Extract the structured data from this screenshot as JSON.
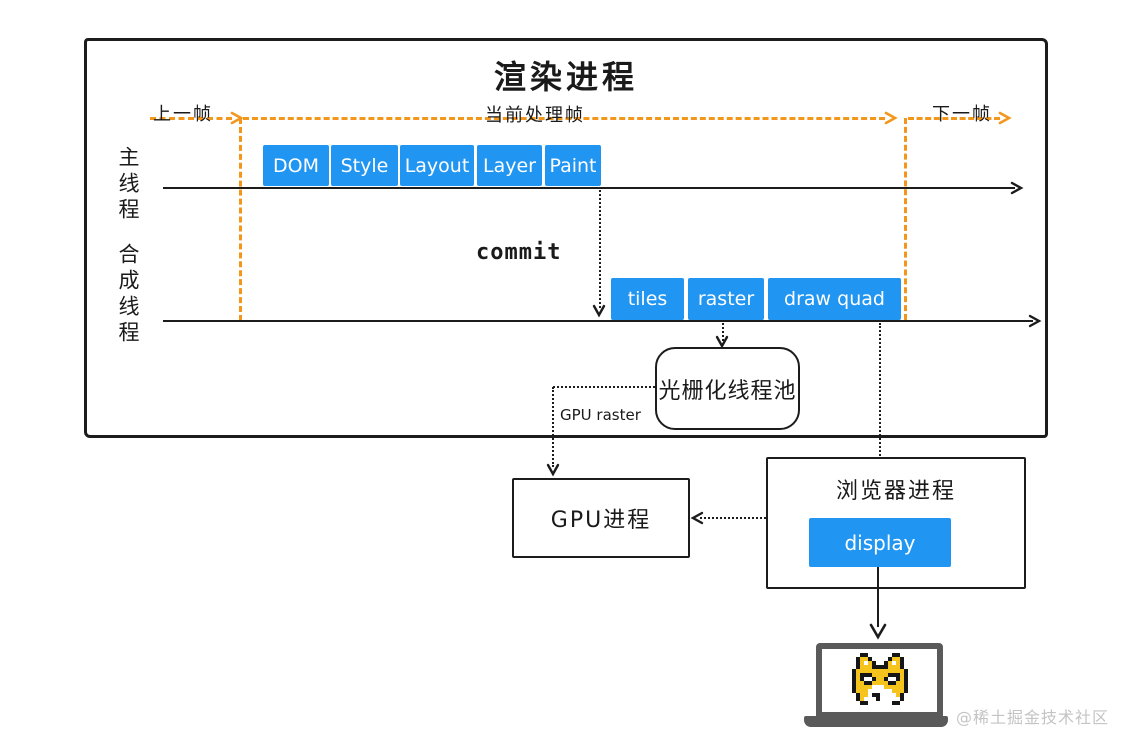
{
  "colors": {
    "accent_blue": "#2095F2",
    "accent_orange": "#F2971B",
    "ink": "#1c1c1c",
    "laptop_gray": "#5a5a5a"
  },
  "render_process": {
    "title": "渲染进程",
    "frames": {
      "prev": "上一帧",
      "current": "当前处理帧",
      "next": "下一帧"
    },
    "threads": {
      "main": {
        "label": "主线程",
        "stages": [
          "DOM",
          "Style",
          "Layout",
          "Layer",
          "Paint"
        ]
      },
      "compositor": {
        "label": "合成线程",
        "stages": [
          "tiles",
          "raster",
          "draw quad"
        ]
      }
    },
    "commit_label": "commit",
    "raster_pool_label": "光栅化线程池",
    "gpu_raster_label": "GPU raster"
  },
  "gpu_process": {
    "title": "GPU进程"
  },
  "browser_process": {
    "title": "浏览器进程",
    "display_label": "display"
  },
  "watermark": "@稀土掘金技术社区"
}
